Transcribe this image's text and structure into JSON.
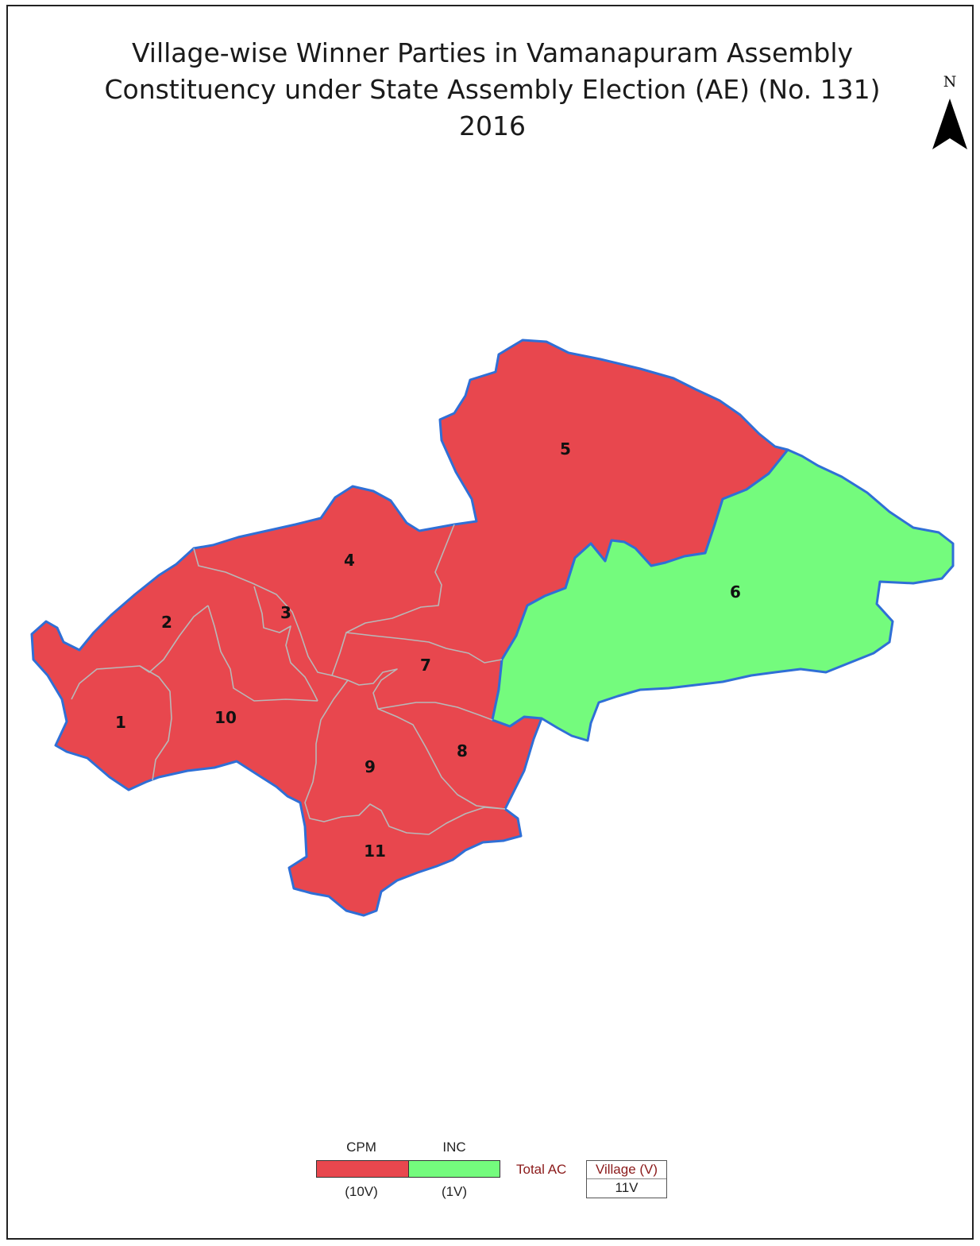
{
  "title": {
    "line1": "Village-wise Winner Parties in Vamanapuram Assembly",
    "line2": "Constituency under State Assembly Election (AE) (No. 131)",
    "line3": "2016"
  },
  "north_arrow": {
    "letter": "N",
    "icon": "north-arrow-icon"
  },
  "colors": {
    "CPM": "#e8474e",
    "INC": "#74fb7d",
    "boundary_outer": "#2f6fd6",
    "boundary_inner": "#b8b8b8"
  },
  "villages": [
    {
      "id": "1",
      "party": "CPM"
    },
    {
      "id": "2",
      "party": "CPM"
    },
    {
      "id": "3",
      "party": "CPM"
    },
    {
      "id": "4",
      "party": "CPM"
    },
    {
      "id": "5",
      "party": "CPM"
    },
    {
      "id": "6",
      "party": "INC"
    },
    {
      "id": "7",
      "party": "CPM"
    },
    {
      "id": "8",
      "party": "CPM"
    },
    {
      "id": "9",
      "party": "CPM"
    },
    {
      "id": "10",
      "party": "CPM"
    },
    {
      "id": "11",
      "party": "CPM"
    }
  ],
  "legend": {
    "items": [
      {
        "party": "CPM",
        "count": "(10V)"
      },
      {
        "party": "INC",
        "count": "(1V)"
      }
    ],
    "total_label": "Total AC",
    "village_header": "Village (V)",
    "village_total": "11V"
  }
}
